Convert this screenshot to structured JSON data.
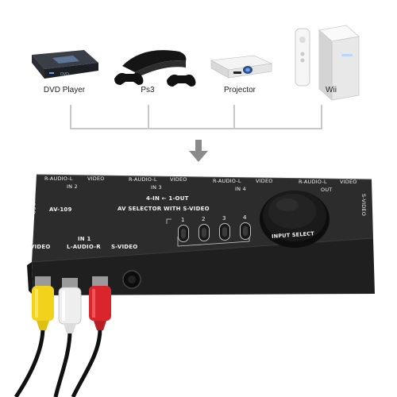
{
  "sources": [
    {
      "label": "DVD Player",
      "icon": "dvd-player-icon"
    },
    {
      "label": "Ps3",
      "icon": "ps3-console-icon"
    },
    {
      "label": "Projector",
      "icon": "projector-icon"
    },
    {
      "label": "Wii",
      "icon": "wii-console-icon"
    }
  ],
  "arrow_icon": "down-arrow-icon",
  "selector": {
    "top_labels": [
      {
        "audio": "R-AUDIO-L",
        "video": "VIDEO",
        "in": "IN 2"
      },
      {
        "audio": "R-AUDIO-L",
        "video": "VIDEO",
        "in": "IN 3"
      },
      {
        "audio": "R-AUDIO-L",
        "video": "VIDEO",
        "in": "IN 4"
      },
      {
        "audio": "R-AUDIO-L",
        "video": "VIDEO",
        "in": "OUT"
      }
    ],
    "side_left": "S-VIDEO",
    "side_right": "S-VIDEO",
    "model": "AV-109",
    "mode": "4-IN ← 1-OUT",
    "subtitle": "AV SELECTOR WITH S-VIDEO",
    "buttons": [
      "1",
      "2",
      "3",
      "4"
    ],
    "knob_label": "INPUT SELECT",
    "front_video": "VIDEO",
    "front_in": "IN 1",
    "front_audio": "L-AUDIO-R",
    "front_svideo": "S-VIDEO"
  },
  "colors": {
    "box": "#2b2b2b",
    "cable_yellow": "#f2d21b",
    "cable_white": "#eeeeee",
    "cable_red": "#d8262c",
    "line": "#c8c8c8"
  }
}
